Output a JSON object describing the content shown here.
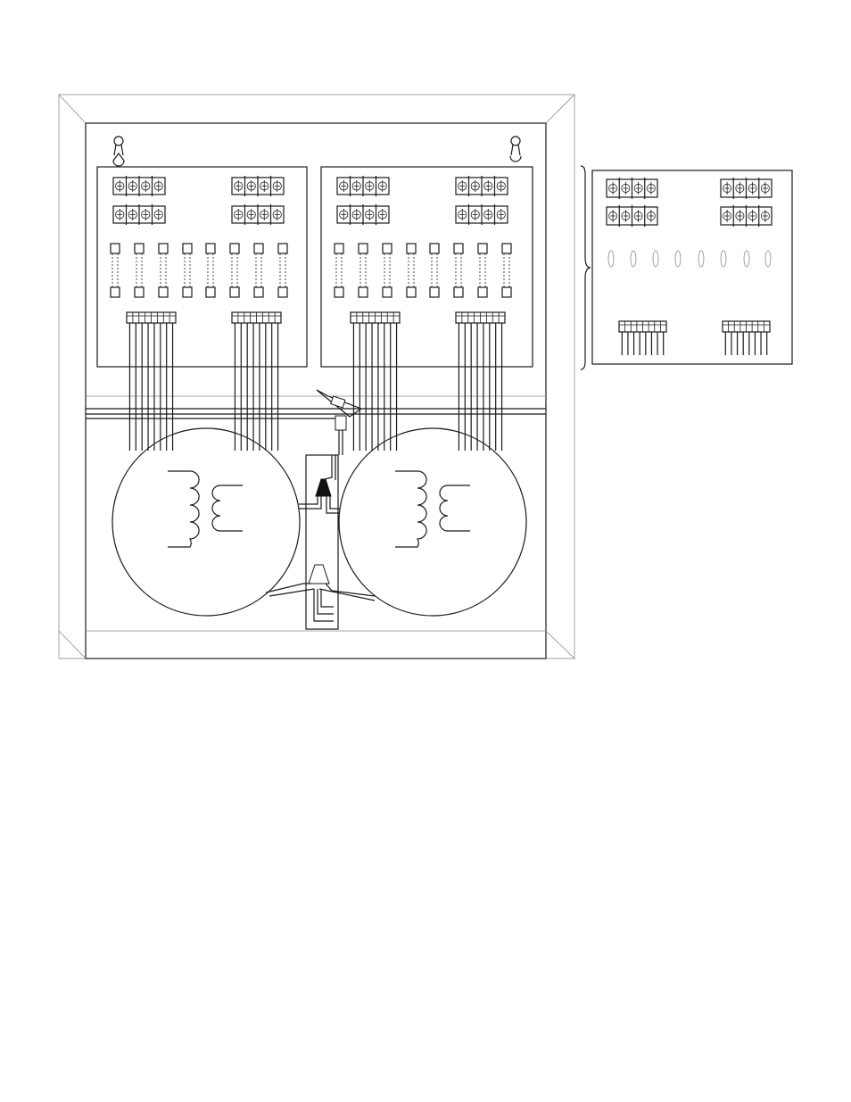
{
  "figure": {
    "description_note": "",
    "colors": {
      "line": "#1a1a1a",
      "light_line": "#8a8a8a",
      "background": "#ffffff"
    }
  },
  "enclosure": {
    "keyholes": 2,
    "boards": [
      {
        "id": "left-board",
        "terminal_blocks": 4,
        "fuses": 8,
        "connectors": 2
      },
      {
        "id": "right-board",
        "terminal_blocks": 4,
        "fuses": 8,
        "connectors": 2
      }
    ],
    "transformers": 2
  },
  "detail_board": {
    "terminal_blocks": 4,
    "fuses": 8,
    "connectors": 2
  }
}
